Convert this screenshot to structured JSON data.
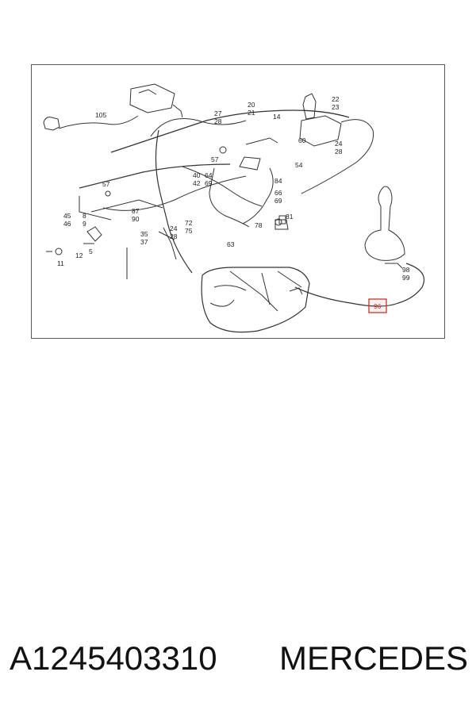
{
  "diagram": {
    "callouts": [
      {
        "id": "c105",
        "text": "105"
      },
      {
        "id": "c27",
        "text": "27"
      },
      {
        "id": "c28a",
        "text": "28"
      },
      {
        "id": "c20",
        "text": "20"
      },
      {
        "id": "c21",
        "text": "21"
      },
      {
        "id": "c14",
        "text": "14"
      },
      {
        "id": "c22",
        "text": "22"
      },
      {
        "id": "c23",
        "text": "23"
      },
      {
        "id": "c60",
        "text": "60"
      },
      {
        "id": "c24a",
        "text": "24"
      },
      {
        "id": "c28b",
        "text": "28"
      },
      {
        "id": "c57a",
        "text": "57"
      },
      {
        "id": "c54",
        "text": "54"
      },
      {
        "id": "c40",
        "text": "40"
      },
      {
        "id": "c64",
        "text": "64"
      },
      {
        "id": "c42",
        "text": "42"
      },
      {
        "id": "c69a",
        "text": "69"
      },
      {
        "id": "c57b",
        "text": "57"
      },
      {
        "id": "c84",
        "text": "84"
      },
      {
        "id": "c66",
        "text": "66"
      },
      {
        "id": "c69b",
        "text": "69"
      },
      {
        "id": "c87",
        "text": "87"
      },
      {
        "id": "c90",
        "text": "90"
      },
      {
        "id": "c45",
        "text": "45"
      },
      {
        "id": "c46",
        "text": "46"
      },
      {
        "id": "c8",
        "text": "8"
      },
      {
        "id": "c9",
        "text": "9"
      },
      {
        "id": "c72",
        "text": "72"
      },
      {
        "id": "c75",
        "text": "75"
      },
      {
        "id": "c81",
        "text": "81"
      },
      {
        "id": "c78",
        "text": "78"
      },
      {
        "id": "c24b",
        "text": "24"
      },
      {
        "id": "c28c",
        "text": "28"
      },
      {
        "id": "c35",
        "text": "35"
      },
      {
        "id": "c37",
        "text": "37"
      },
      {
        "id": "c63",
        "text": "63"
      },
      {
        "id": "c12",
        "text": "12"
      },
      {
        "id": "c5",
        "text": "5"
      },
      {
        "id": "c11",
        "text": "11"
      },
      {
        "id": "c98",
        "text": "98"
      },
      {
        "id": "c99",
        "text": "99"
      },
      {
        "id": "c96",
        "text": "96"
      }
    ],
    "highlight_color": "#c0392b"
  },
  "caption": {
    "part_number": "A1245403310",
    "brand": "MERCEDES"
  }
}
